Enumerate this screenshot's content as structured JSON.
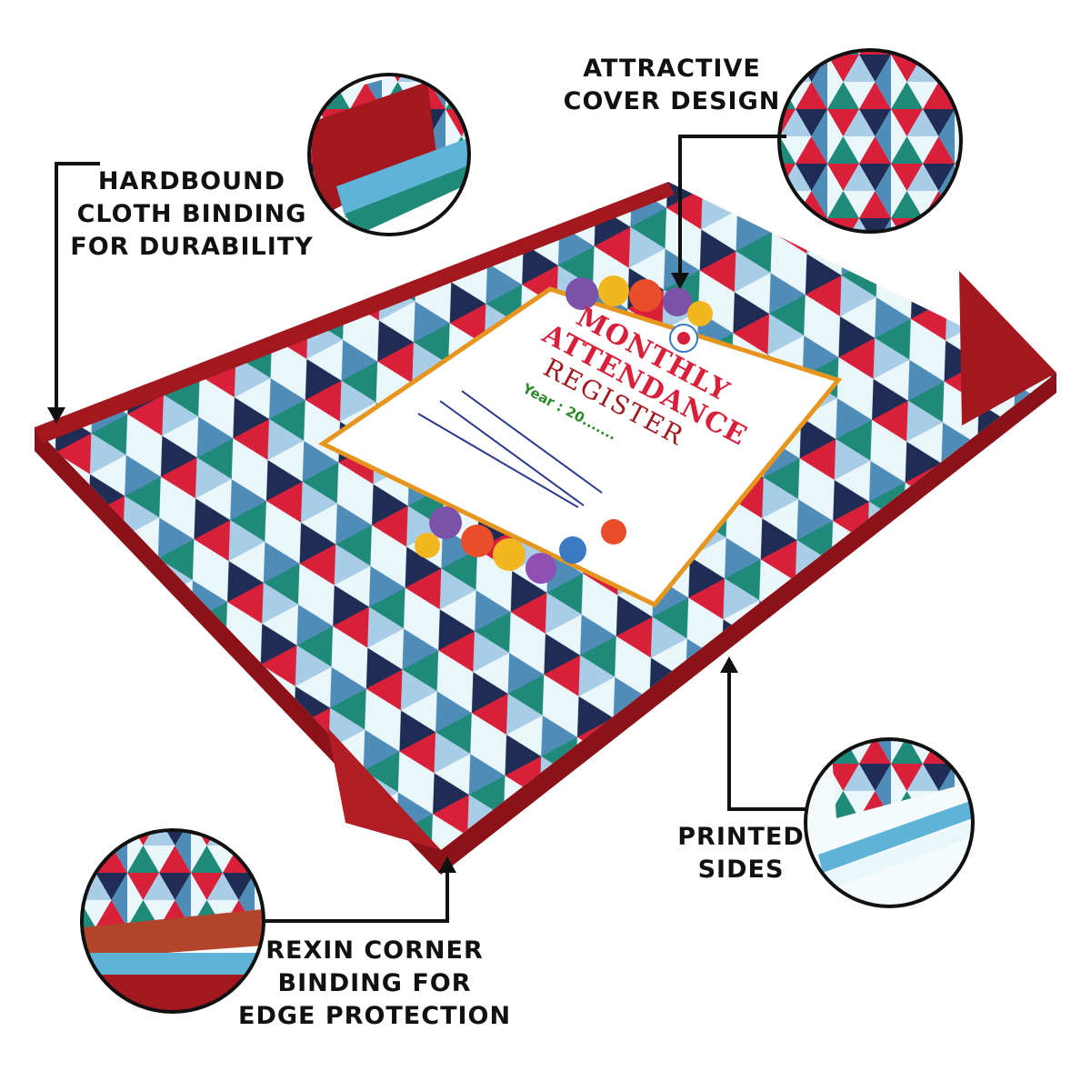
{
  "callouts": {
    "cover_design": [
      "ATTRACTIVE",
      "COVER DESIGN"
    ],
    "cloth_binding": [
      "HARDBOUND",
      "CLOTH BINDING",
      "FOR DURABILITY"
    ],
    "printed_sides": [
      "PRINTED",
      "SIDES"
    ],
    "corner_binding": [
      "REXIN CORNER",
      "BINDING FOR",
      "EDGE PROTECTION"
    ]
  },
  "cover": {
    "title_1": "MONTHLY",
    "title_2": "ATTENDANCE",
    "title_3": "REGISTER",
    "year_label": "Year : 20......."
  },
  "colors": {
    "binding_red": "#a3171e",
    "pattern_red": "#d8203a",
    "pattern_navy": "#1f2d55",
    "pattern_teal": "#1f8a7a",
    "pattern_blue": "#4f8db8",
    "pattern_light": "#a9cde6",
    "cover_bg": "#e9f6fa",
    "frame_gold": "#e6961e",
    "year_green": "#2b8a2b"
  },
  "icons": [
    "arrow-down-icon",
    "arrow-up-icon",
    "flower-garland-icon",
    "logo-emblem-icon"
  ]
}
